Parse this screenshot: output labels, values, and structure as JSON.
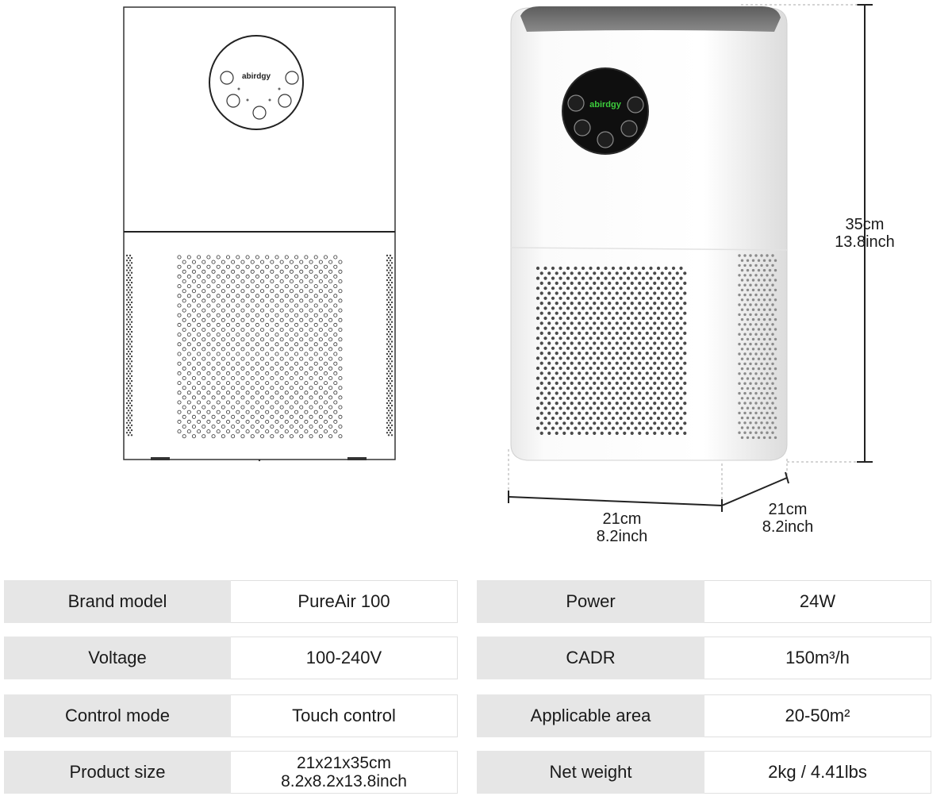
{
  "brand_logo": "abirdgy",
  "dimensions": {
    "height": {
      "metric": "35cm",
      "imperial": "13.8inch"
    },
    "width": {
      "metric": "21cm",
      "imperial": "8.2inch"
    },
    "depth": {
      "metric": "21cm",
      "imperial": "8.2inch"
    }
  },
  "specs": {
    "left": [
      {
        "label": "Brand model",
        "value": "PureAir 100"
      },
      {
        "label": "Voltage",
        "value": "100-240V"
      },
      {
        "label": "Control mode",
        "value": "Touch control"
      },
      {
        "label": "Product size",
        "value_line1": "21x21x35cm",
        "value_line2": "8.2x8.2x13.8inch"
      }
    ],
    "right": [
      {
        "label": "Power",
        "value": "24W"
      },
      {
        "label": "CADR",
        "value": "150m³/h"
      },
      {
        "label": "Applicable area",
        "value": "20-50m²"
      },
      {
        "label": "Net weight",
        "value": "2kg / 4.41lbs"
      }
    ]
  },
  "colors": {
    "display_panel": "#111111",
    "logo_green": "#3ccc3c",
    "key_cell": "#e6e6e6",
    "body_white": "#f7f7f7",
    "top_grille": "#6f6f6f"
  }
}
